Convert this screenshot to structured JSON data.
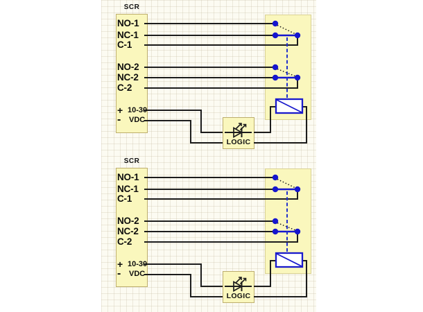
{
  "colors": {
    "background": "#ffffff",
    "paper": "#fcfbf2",
    "wire": "#1c1c1c",
    "contact_blue": "#1616ce",
    "coil_blue": "#1a1acc",
    "box_fill": "#faf7bd",
    "box_border": "#bdae6d"
  },
  "modules": [
    {
      "title": "SCR",
      "terminals": [
        "NO-1",
        "NC-1",
        "C-1",
        "NO-2",
        "NC-2",
        "C-2"
      ],
      "power": {
        "plus_sign": "+",
        "plus_value": "10-30",
        "minus_sign": "-",
        "minus_value": "VDC"
      },
      "logic_label": "LOGIC"
    },
    {
      "title": "SCR",
      "terminals": [
        "NO-1",
        "NC-1",
        "C-1",
        "NO-2",
        "NC-2",
        "C-2"
      ],
      "power": {
        "plus_sign": "+",
        "plus_value": "10-30",
        "minus_sign": "-",
        "minus_value": "VDC"
      },
      "logic_label": "LOGIC"
    }
  ]
}
